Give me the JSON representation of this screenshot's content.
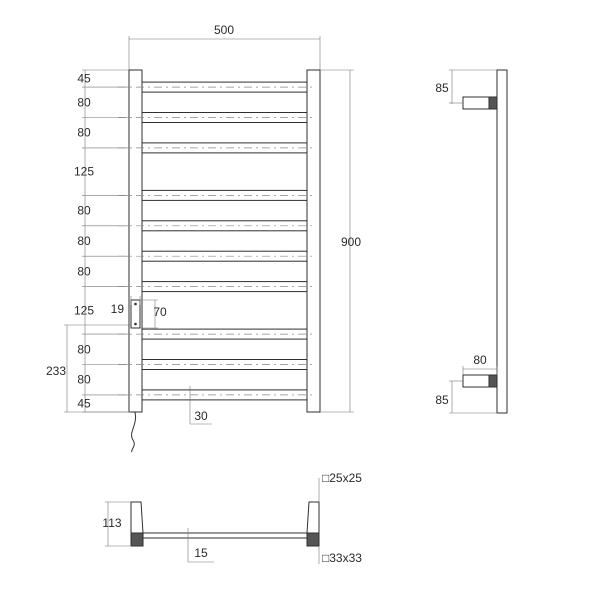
{
  "front_view": {
    "width_label": "500",
    "height_label": "900",
    "spacing_labels": [
      "45",
      "80",
      "80",
      "125",
      "80",
      "80",
      "80",
      "125",
      "80",
      "80",
      "45"
    ],
    "connector_width_label": "19",
    "connector_offset_label": "70",
    "lower_height_label": "233",
    "bottom_offset_label": "30"
  },
  "side_view": {
    "top_bracket_label": "85",
    "bracket_depth_label": "80",
    "bottom_bracket_label": "85"
  },
  "top_view": {
    "depth_label": "113",
    "bar_label": "15",
    "bar_section_label": "□25x25",
    "post_section_label": "□33x33"
  }
}
